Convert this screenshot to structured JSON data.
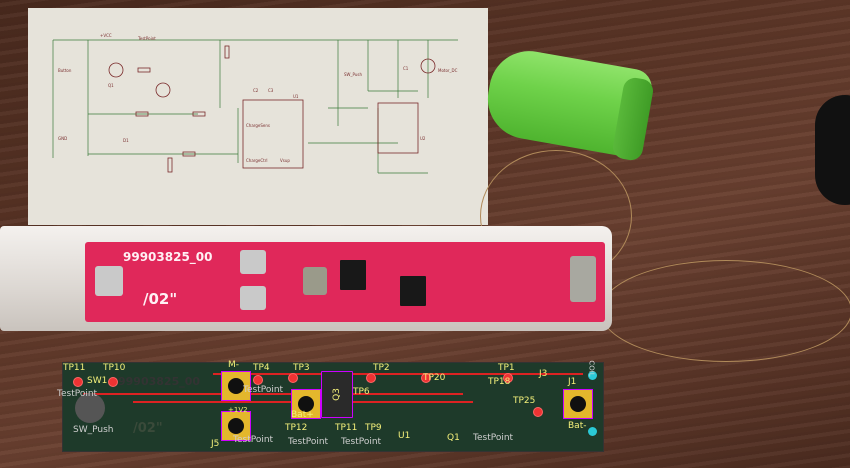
{
  "schematic": {
    "labels": [
      "TestPoint",
      "Button",
      "+VCC",
      "U1",
      "SW_Push",
      "Motor_DC",
      "GND",
      "ChargeSens",
      "ChargeCtrl",
      "Vsup",
      "U2",
      "Q1",
      "D1",
      "C1",
      "C2",
      "C3"
    ]
  },
  "photo_pcb": {
    "part_number": "99903825_00",
    "revision": "/02\""
  },
  "layout": {
    "refs": [
      "TP11",
      "TP10",
      "SW1",
      "M-",
      "TP4",
      "TP3",
      "TP2",
      "TP1",
      "J3",
      "J1",
      "TP6",
      "TP20",
      "TP18",
      "TP25",
      "TP12",
      "TP11",
      "TP9",
      "U1",
      "Q1",
      "Q3",
      "J5",
      "Bat+",
      "Bat-",
      "COIL",
      "SW_Push",
      "+1V2"
    ],
    "testpoint_label": "TestPoint",
    "part_number": "99903825_00",
    "revision": "/02\""
  },
  "colors": {
    "pcb_photo": "#e0285a",
    "layout_bg": "#1e3a2a",
    "pad": "#e3b72c",
    "battery": "#6fd24a"
  }
}
